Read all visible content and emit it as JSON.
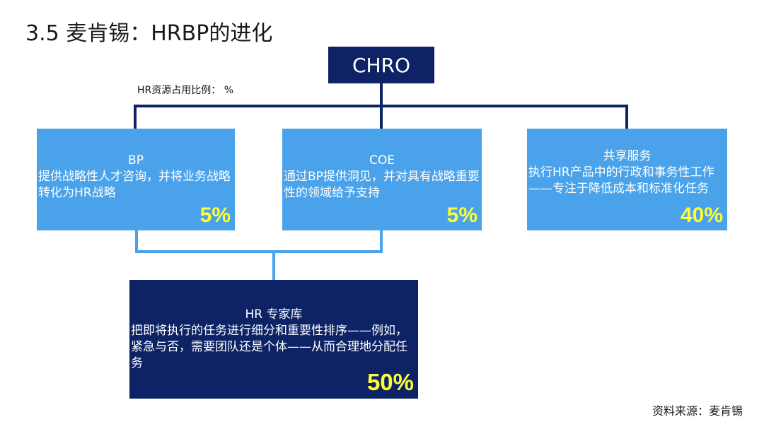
{
  "title": "3.5 麦肯锡：HRBP的进化",
  "ratio_label": "HR资源占用比例： %",
  "chro": {
    "label": "CHRO"
  },
  "cards": {
    "bp": {
      "heading": "BP",
      "body": "提供战略性人才咨询，并将业务战略转化为HR战略",
      "percent": "5%"
    },
    "coe": {
      "heading": "COE",
      "body": "通过BP提供洞见，并对具有战略重要性的领域给予支持",
      "percent": "5%"
    },
    "shared_services": {
      "heading": "共享服务",
      "body": "执行HR产品中的行政和事务性工作——专注于降低成本和标准化任务",
      "percent": "40%"
    },
    "expert_pool": {
      "heading": "HR 专家库",
      "body": "把即将执行的任务进行细分和重要性排序——例如，紧急与否，需要团队还是个体——从而合理地分配任务",
      "percent": "50%"
    }
  },
  "source": "资料来源：麦肯锡",
  "colors": {
    "dark_navy": "#0d2366",
    "light_blue": "#4aa3ea",
    "percent_yellow": "#ffff33",
    "connector_dark": "#0d2366",
    "connector_light": "#4aa3ea"
  }
}
